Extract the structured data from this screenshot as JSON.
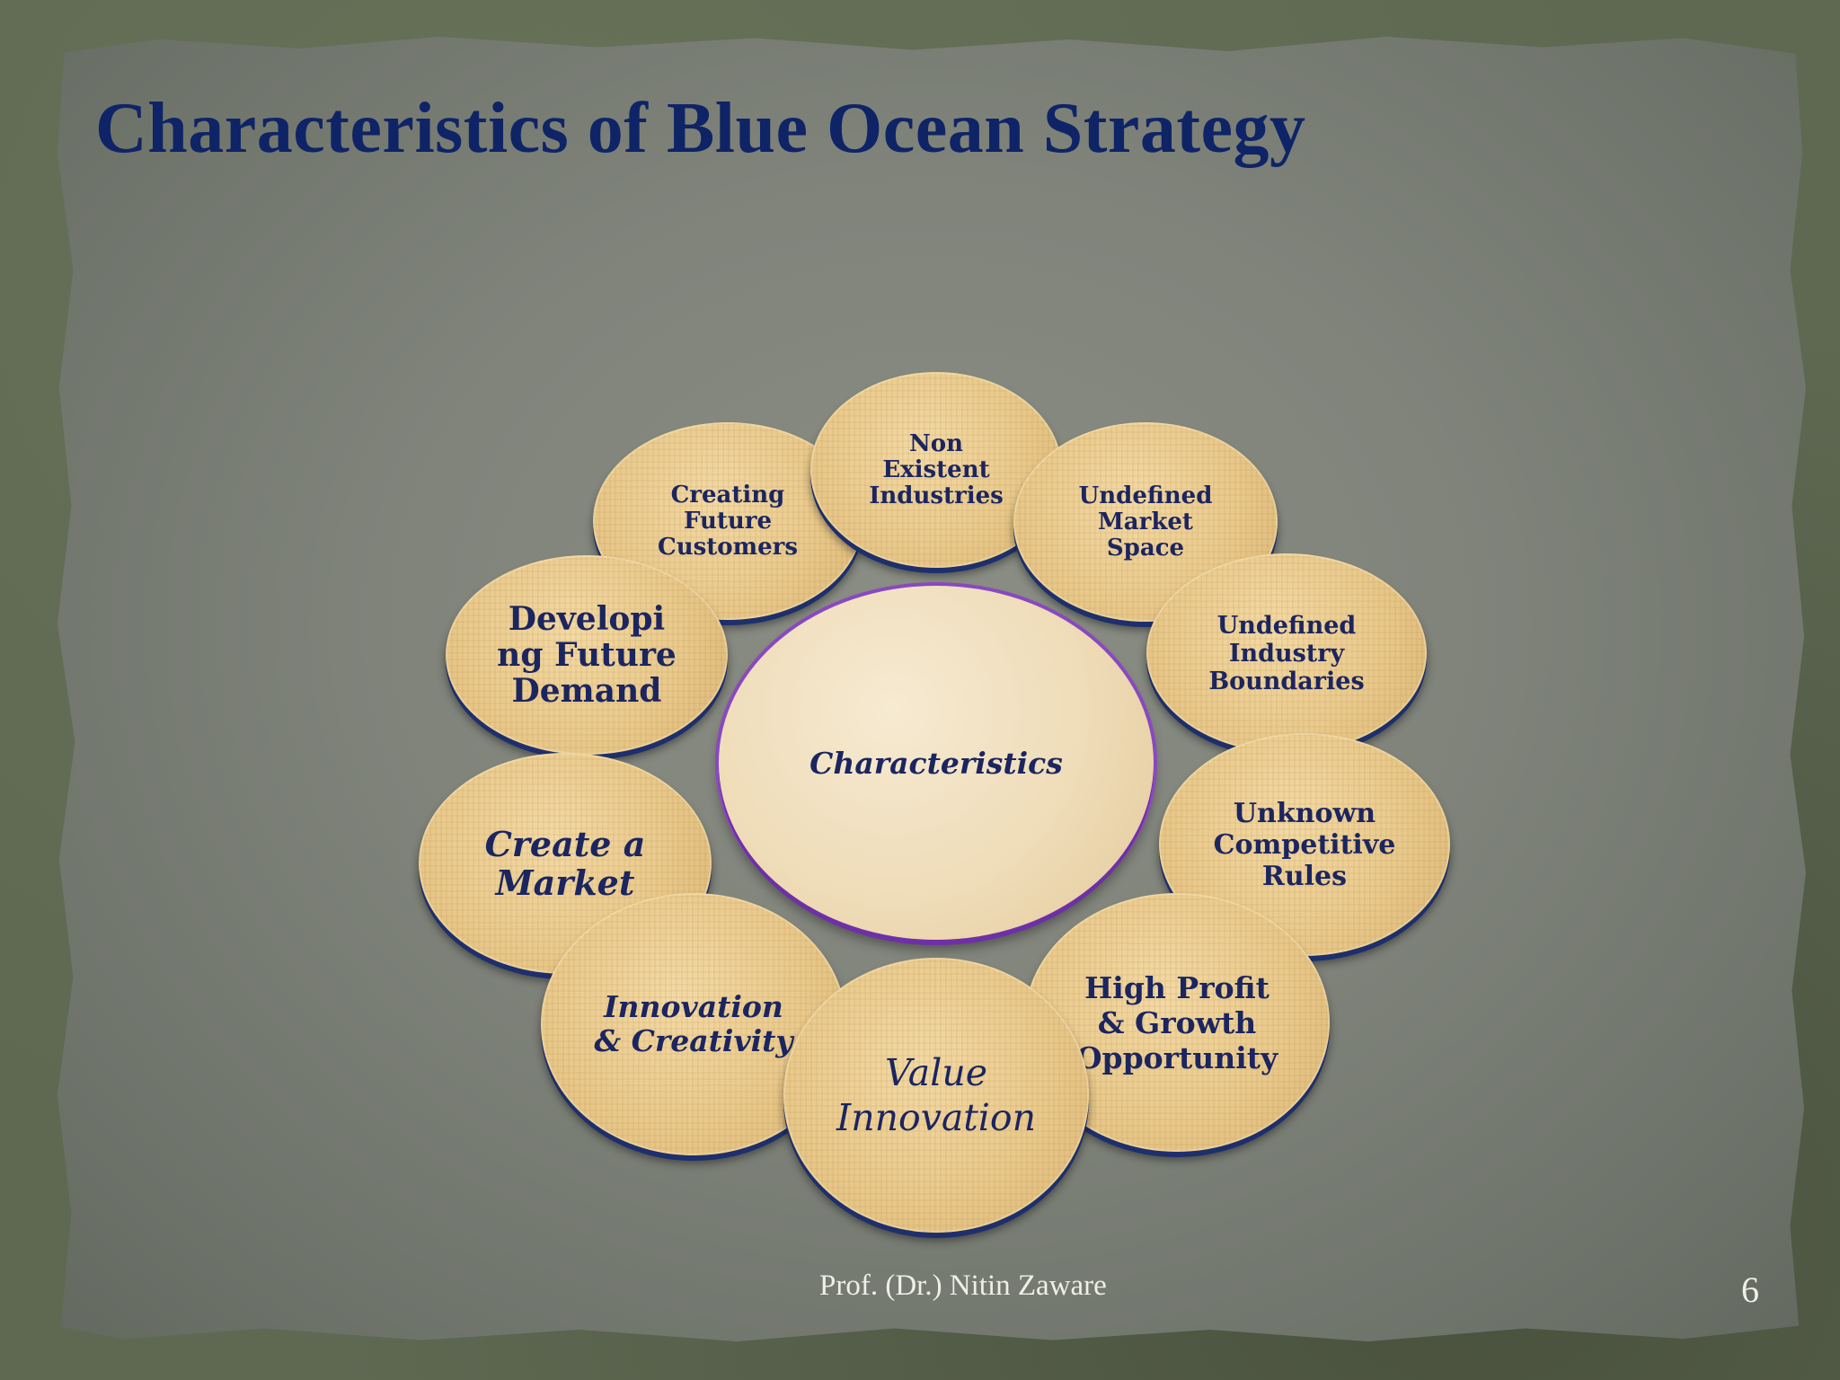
{
  "slide": {
    "title": "Characteristics of Blue Ocean Strategy",
    "footer": "Prof. (Dr.) Nitin Zaware",
    "page_number": "6"
  },
  "diagram": {
    "center": "Characteristics",
    "items": [
      "Non\nExistent\nIndustries",
      "Undefined\nMarket\nSpace",
      "Undefined\nIndustry\nBoundaries",
      "Unknown\nCompetitive\nRules",
      "High Profit\n& Growth\nOpportunity",
      "Value\nInnovation",
      "Innovation\n& Creativity",
      "Create a\nMarket",
      "Developi\nng Future\nDemand",
      "Creating\nFuture\nCustomers"
    ]
  },
  "colors": {
    "title": "#0f2466",
    "disc_text": "#1b2560",
    "disc_rim": "#1e2f6e",
    "center_ring": "#8a48c0"
  }
}
